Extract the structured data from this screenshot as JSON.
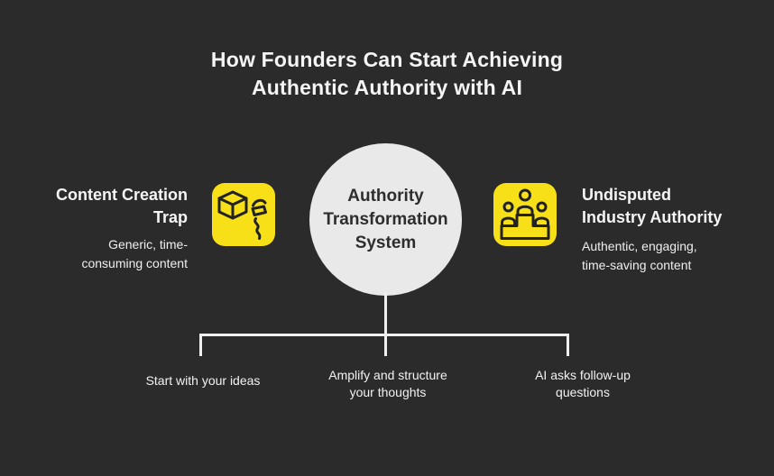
{
  "title": "How Founders Can Start Achieving\nAuthentic Authority with AI",
  "left_section": {
    "heading": "Content Creation\nTrap",
    "subtext": "Generic, time-\nconsuming content",
    "icon": "cube-trap-icon"
  },
  "center": {
    "label": "Authority\nTransformation\nSystem"
  },
  "right_section": {
    "heading": "Undisputed\nIndustry Authority",
    "subtext": "Authentic, engaging,\ntime-saving content",
    "icon": "podium-icon"
  },
  "branches": [
    {
      "label": "Start with your ideas"
    },
    {
      "label": "Amplify and structure\nyour thoughts"
    },
    {
      "label": "AI asks follow-up\nquestions"
    }
  ],
  "colors": {
    "background": "#2B2B2B",
    "accent_yellow": "#F7E017",
    "circle_fill": "#E9E9E9",
    "text_light": "#F5F5F5",
    "text_dark": "#2D2D2D",
    "connector_line": "#F0F0F0",
    "icon_stroke": "#222222"
  }
}
